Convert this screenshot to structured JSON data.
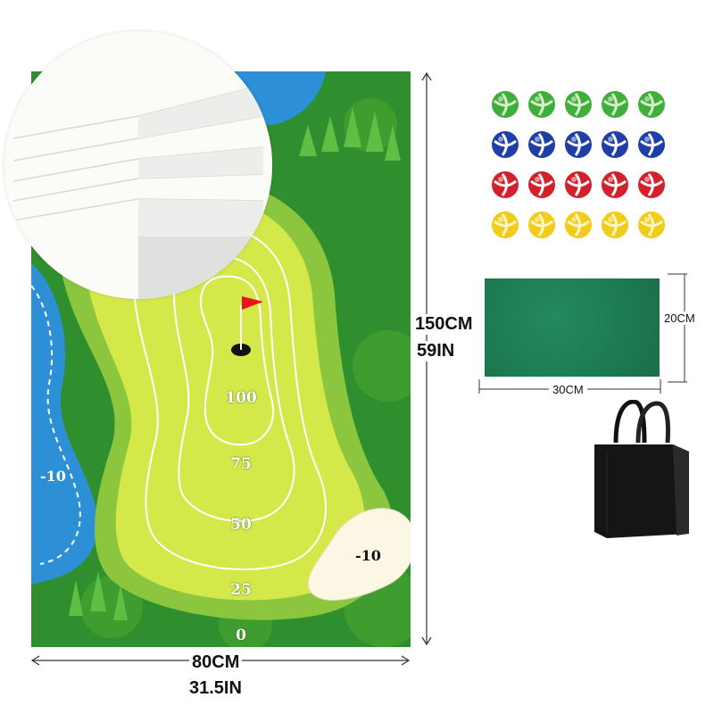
{
  "mat": {
    "score_rings": [
      "100",
      "75",
      "50",
      "25",
      "0"
    ],
    "water_penalty": "-10",
    "sand_penalty": "-10"
  },
  "dimensions": {
    "mat_width_cm": "80CM",
    "mat_width_in": "31.5IN",
    "mat_height_cm": "150CM",
    "mat_height_in": "59IN",
    "pad_height": "20CM",
    "pad_width": "30CM"
  },
  "balls": {
    "rows": [
      {
        "color": "#3fae3a",
        "stripe": "#d8f0c8",
        "count": 5
      },
      {
        "color": "#1f3fa6",
        "stripe": "#ffffff",
        "count": 5
      },
      {
        "color": "#d4202a",
        "stripe": "#ffffff",
        "count": 5
      },
      {
        "color": "#f2cc1a",
        "stripe": "#fff6c8",
        "count": 5
      }
    ]
  },
  "colors": {
    "grass": "#2f8f2e",
    "fairway": "#8cc63f",
    "green": "#d5e84a",
    "water": "#2d8fd6",
    "sand": "#fbf7e4",
    "flag": "#e8141c",
    "pad": "#1e7d52",
    "bag": "#111111"
  }
}
